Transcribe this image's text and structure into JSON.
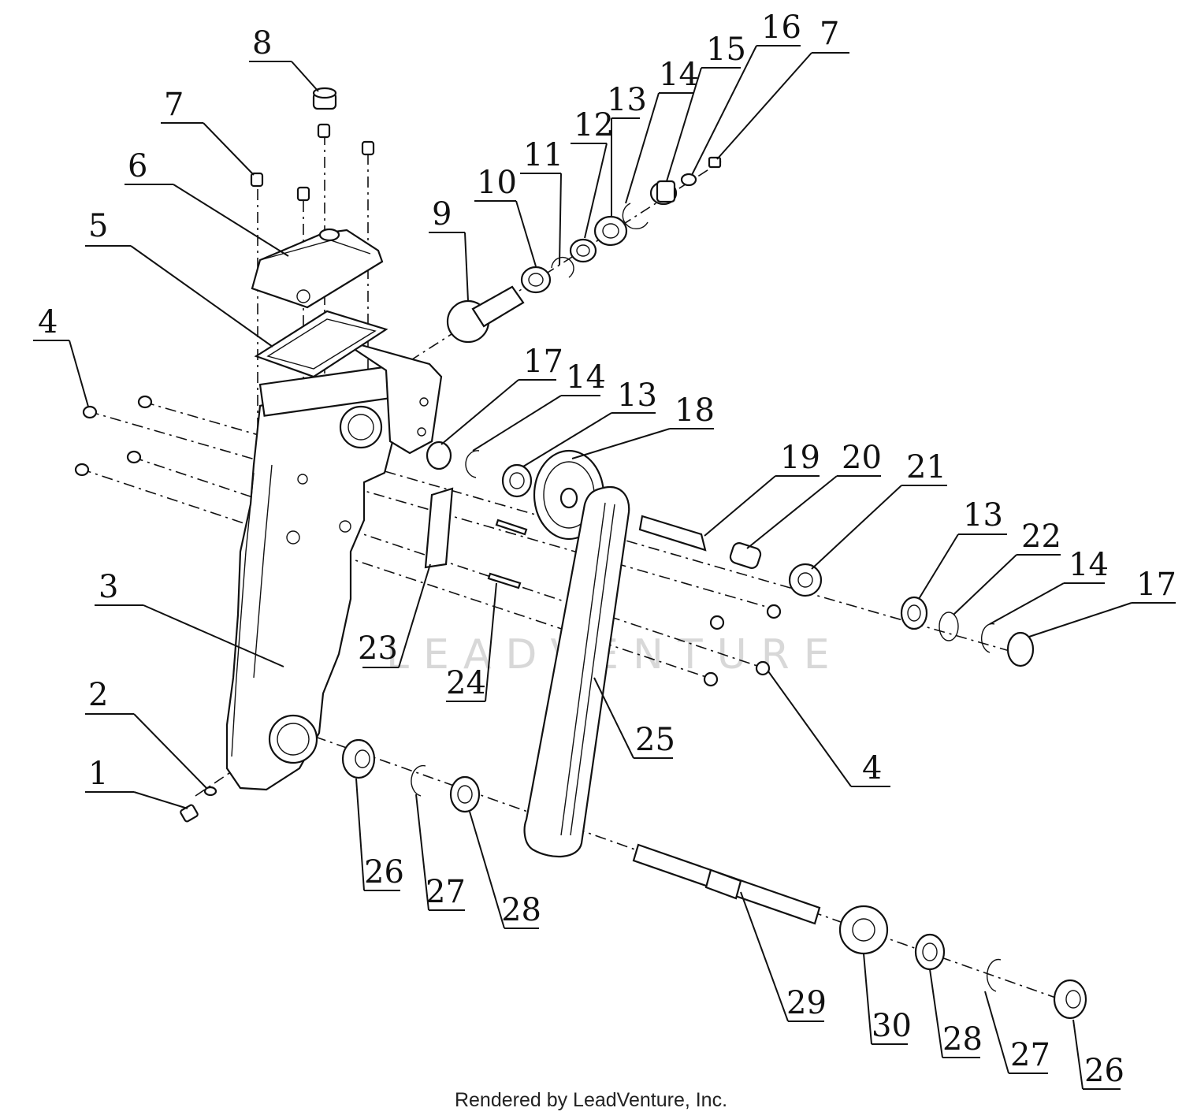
{
  "watermark": "LEADVENTURE",
  "footer": "Rendered by LeadVenture, Inc.",
  "callouts": [
    {
      "id": "c1",
      "label": "1"
    },
    {
      "id": "c2",
      "label": "2"
    },
    {
      "id": "c3",
      "label": "3"
    },
    {
      "id": "c4a",
      "label": "4"
    },
    {
      "id": "c4b",
      "label": "4"
    },
    {
      "id": "c5",
      "label": "5"
    },
    {
      "id": "c6",
      "label": "6"
    },
    {
      "id": "c7a",
      "label": "7"
    },
    {
      "id": "c7b",
      "label": "7"
    },
    {
      "id": "c8",
      "label": "8"
    },
    {
      "id": "c9",
      "label": "9"
    },
    {
      "id": "c10",
      "label": "10"
    },
    {
      "id": "c11",
      "label": "11"
    },
    {
      "id": "c12",
      "label": "12"
    },
    {
      "id": "c13a",
      "label": "13"
    },
    {
      "id": "c13b",
      "label": "13"
    },
    {
      "id": "c13c",
      "label": "13"
    },
    {
      "id": "c14a",
      "label": "14"
    },
    {
      "id": "c14b",
      "label": "14"
    },
    {
      "id": "c14c",
      "label": "14"
    },
    {
      "id": "c15",
      "label": "15"
    },
    {
      "id": "c16",
      "label": "16"
    },
    {
      "id": "c17a",
      "label": "17"
    },
    {
      "id": "c17b",
      "label": "17"
    },
    {
      "id": "c18",
      "label": "18"
    },
    {
      "id": "c19",
      "label": "19"
    },
    {
      "id": "c20",
      "label": "20"
    },
    {
      "id": "c21",
      "label": "21"
    },
    {
      "id": "c22",
      "label": "22"
    },
    {
      "id": "c23",
      "label": "23"
    },
    {
      "id": "c24",
      "label": "24"
    },
    {
      "id": "c25",
      "label": "25"
    },
    {
      "id": "c26a",
      "label": "26"
    },
    {
      "id": "c26b",
      "label": "26"
    },
    {
      "id": "c27a",
      "label": "27"
    },
    {
      "id": "c27b",
      "label": "27"
    },
    {
      "id": "c28a",
      "label": "28"
    },
    {
      "id": "c28b",
      "label": "28"
    },
    {
      "id": "c29",
      "label": "29"
    },
    {
      "id": "c30",
      "label": "30"
    }
  ]
}
